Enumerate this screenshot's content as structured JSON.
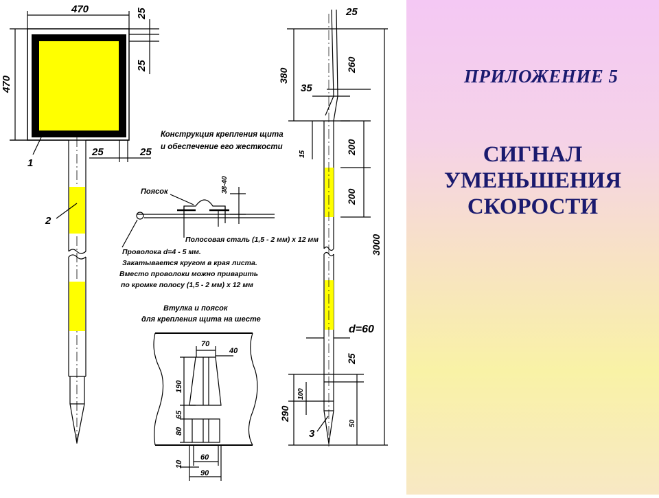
{
  "colors": {
    "sign_face": "#ffff00",
    "sign_border": "#000000",
    "pole_band": "#ffff00",
    "title_text": "#1a1a6e"
  },
  "panel": {
    "appendix": "ПРИЛОЖЕНИЕ  5",
    "title_lines": [
      "СИГНАЛ",
      "УМЕНЬШЕНИЯ",
      "СКОРОСТИ"
    ]
  },
  "sign_view": {
    "dims": {
      "width": "470",
      "height": "470",
      "border_top": "25",
      "border_inner": "25",
      "pole_gap_left": "25",
      "pole_gap_right": "25"
    },
    "callouts": {
      "shield": "1",
      "pole": "2"
    }
  },
  "mount_detail": {
    "heading_lines": [
      "Конструкция крепления щита",
      "и обеспечение его жесткости"
    ],
    "belt_label": "Поясок",
    "belt_height": "38-40",
    "strip_label": "Полосовая сталь (1,5 - 2 мм) х 12 мм",
    "wire_lines": [
      "Проволока d=4 - 5 мм.",
      "Закатывается кругом в края листа.",
      "Вместо проволоки можно приварить",
      "по кромке полосу (1,5 - 2 мм) х 12 мм"
    ]
  },
  "sleeve_detail": {
    "heading_lines": [
      "Втулка  и  поясок",
      "для крепления щита на шесте"
    ],
    "dims": {
      "top_width": "70",
      "top_offset": "40",
      "upper_height": "190",
      "gap": "65",
      "lower_height": "80",
      "bottom_gap": "10",
      "lower_width": "60",
      "base_width": "90"
    }
  },
  "side_view": {
    "dims": {
      "top_width": "25",
      "top_length": "380",
      "taper": "260",
      "step": "35",
      "offset": "15",
      "band1": "200",
      "band2": "200",
      "total": "3000",
      "diameter": "d=60",
      "bottom_gap": "25",
      "foot": "100",
      "tip": "290",
      "tip_end": "50"
    },
    "callouts": {
      "spike": "3"
    }
  }
}
